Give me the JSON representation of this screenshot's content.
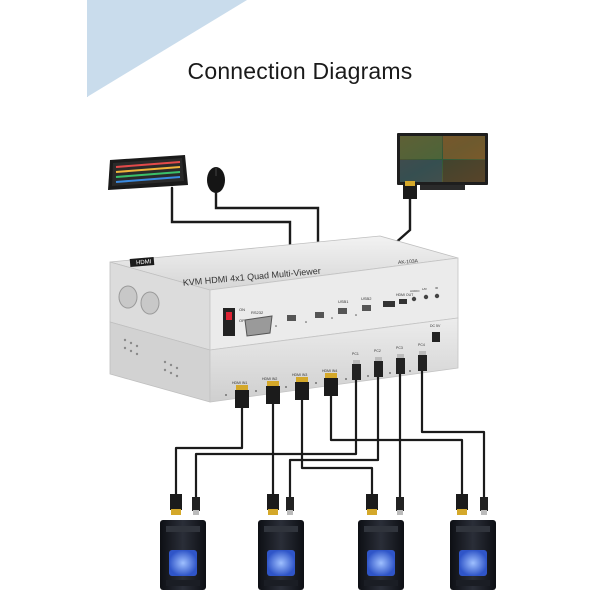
{
  "header": {
    "title": "Connection Diagrams"
  },
  "device": {
    "brand": "HDMI",
    "model_name": "KVM HDMI 4x1 Quad Multi-Viewer",
    "top_right_label": "AK-103A",
    "rear_left": {
      "switch_on": "ON",
      "switch_off": "OFF",
      "rs232": "RS232"
    },
    "rear_ports": [
      "USB1",
      "USB2",
      "HDMI OUT"
    ],
    "rear_small": [
      "AUDIO",
      "L/R",
      "IR"
    ],
    "front_hdmi_in": [
      "HDMI IN1",
      "HDMI IN2",
      "HDMI IN3",
      "HDMI IN4"
    ],
    "front_pc": [
      "PC1",
      "PC2",
      "PC3",
      "PC4"
    ],
    "front_dc": "DC 5V"
  },
  "peripherals": [
    "keyboard",
    "mouse",
    "monitor"
  ],
  "computers": [
    "pc-1",
    "pc-2",
    "pc-3",
    "pc-4"
  ],
  "colors": {
    "banner": "#c9dcec",
    "cable": "#1b1b1b",
    "device_body": "#e6e6e6",
    "pc_light": "#3f6fe0"
  }
}
